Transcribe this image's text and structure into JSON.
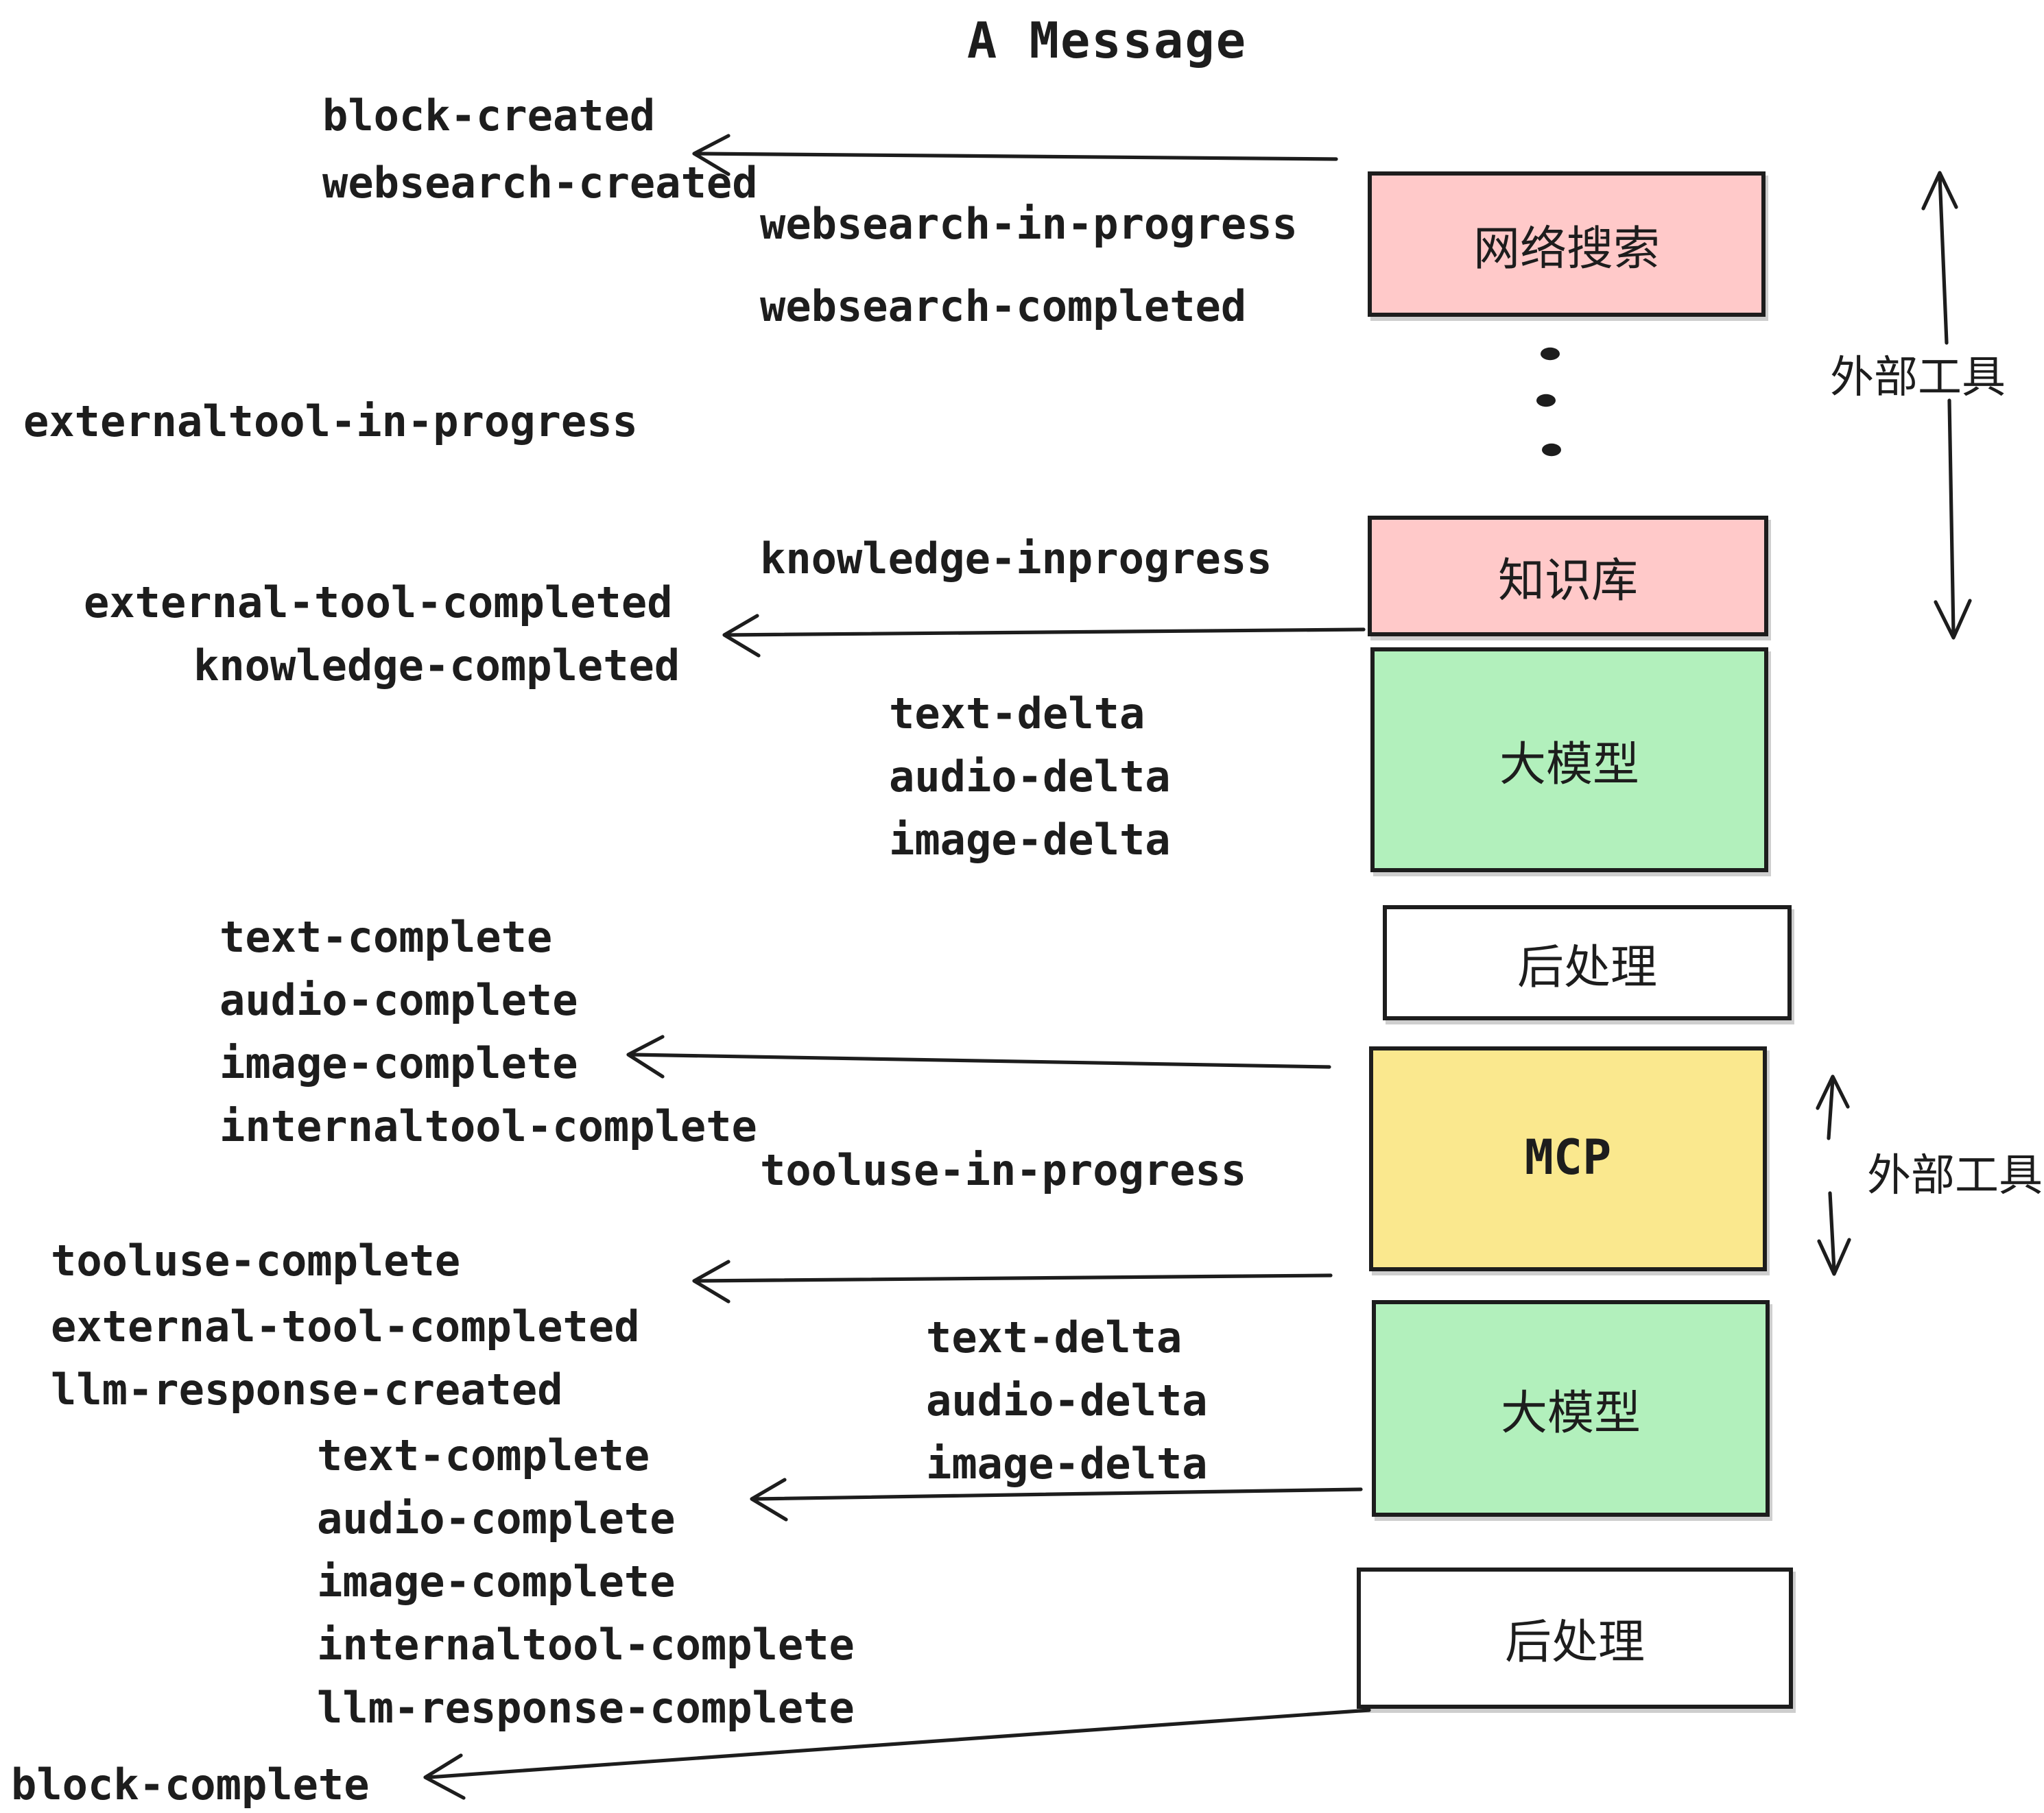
{
  "title": "A Message",
  "colors": {
    "pink": "#ffc9c9",
    "green": "#b2f0bc",
    "yellow": "#fae88e",
    "box_border": "#1d1d1d",
    "text": "#1d1d1d",
    "background": "#ffffff"
  },
  "events": [
    {
      "text": "block-created"
    },
    {
      "text": "websearch-created"
    },
    {
      "text": "websearch-in-progress"
    },
    {
      "text": "websearch-completed"
    },
    {
      "text": "externaltool-in-progress"
    },
    {
      "text": "knowledge-inprogress"
    },
    {
      "text": "external-tool-completed"
    },
    {
      "text": "knowledge-completed"
    },
    {
      "text": "text-delta"
    },
    {
      "text": "audio-delta"
    },
    {
      "text": "image-delta"
    },
    {
      "text": "text-complete"
    },
    {
      "text": "audio-complete"
    },
    {
      "text": "image-complete"
    },
    {
      "text": "internaltool-complete"
    },
    {
      "text": "tooluse-in-progress"
    },
    {
      "text": "tooluse-complete"
    },
    {
      "text": "external-tool-completed"
    },
    {
      "text": "llm-response-created"
    },
    {
      "text": "text-complete"
    },
    {
      "text": "audio-complete"
    },
    {
      "text": "image-complete"
    },
    {
      "text": "internaltool-complete"
    },
    {
      "text": "llm-response-complete"
    },
    {
      "text": "block-complete"
    },
    {
      "text": "text-delta"
    },
    {
      "text": "audio-delta"
    },
    {
      "text": "image-delta"
    }
  ],
  "boxes": [
    {
      "label": "网络搜索",
      "color": "pink"
    },
    {
      "label": "知识库",
      "color": "pink"
    },
    {
      "label": "大模型",
      "color": "green"
    },
    {
      "label": "后处理",
      "color": "white"
    },
    {
      "label": "MCP",
      "color": "yellow"
    },
    {
      "label": "大模型",
      "color": "green"
    },
    {
      "label": "后处理",
      "color": "white"
    }
  ],
  "side_labels": [
    {
      "text": "外部工具"
    },
    {
      "text": "外部工具"
    }
  ]
}
